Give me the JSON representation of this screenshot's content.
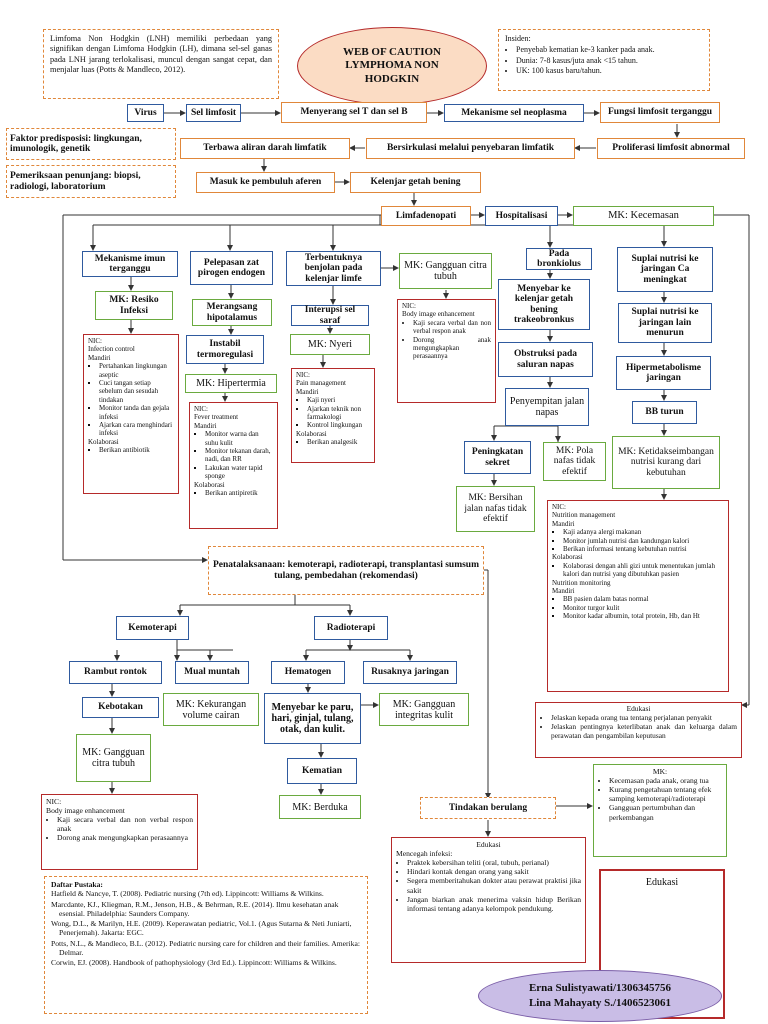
{
  "title": "WEB OF CAUTION LYMPHOMA NON HODGKIN",
  "intro": "Limfoma Non Hodgkin (LNH) memiliki perbedaan yang signifikan dengan Limfoma Hodgkin (LH), dimana sel-sel ganas pada LNH jarang terlokalisasi, muncul dengan sangat cepat, dan menjalar luas (Potts & Mandleco, 2012).",
  "insiden": {
    "heading": "Insiden:",
    "items": [
      "Penyebab kematian ke-3 kanker pada anak.",
      "Dunia: 7-8 kasus/juta anak <15 tahun.",
      "UK: 100 kasus baru/tahun."
    ]
  },
  "factors": {
    "predisposisi": "Faktor predisposisi: lingkungan, imunologik, genetik",
    "penunjang": "Pemeriksaan penunjang: biopsi, radiologi, laboratorium"
  },
  "flow": {
    "virus": "Virus",
    "sel_limfosit": "Sel limfosit",
    "menyerang": "Menyerang sel T dan sel B",
    "mekanisme_neoplasma": "Mekanisme sel neoplasma",
    "fungsi_terganggu": "Fungsi limfosit terganggu",
    "proliferasi": "Proliferasi limfosit abnormal",
    "bersirkulasi": "Bersirkulasi melalui penyebaran limfatik",
    "terbawa": "Terbawa aliran darah limfatik",
    "masuk_aferen": "Masuk ke pembuluh aferen",
    "kelenjar": "Kelenjar getah bening",
    "limfadenopati": "Limfadenopati",
    "hospitalisasi": "Hospitalisasi",
    "mk_kecemasan": "MK: Kecemasan"
  },
  "col1": {
    "mekanisme_imun": "Mekanisme imun terganggu",
    "mk_resiko": "MK: Resiko Infeksi",
    "nic_lines": [
      "NIC:",
      "Infection control",
      "Mandiri"
    ],
    "nic_items": [
      "Pertahankan lingkungan aseptic",
      "Cuci tangan setiap sebelum dan sesudah tindakan",
      "Monitor tanda dan gejala infeksi",
      "Ajarkan cara menghindari infeksi"
    ],
    "kolaborasi": "Kolaborasi",
    "kol_items": [
      "Berikan antibiotik"
    ]
  },
  "col2": {
    "pelepasan": "Pelepasan zat pirogen endogen",
    "merangsang": "Merangsang hipotalamus",
    "instabil": "Instabil termoregulasi",
    "mk_hipertermia": "MK: Hipertermia",
    "nic_lines": [
      "NIC:",
      "Fever treatment",
      "Mandiri"
    ],
    "nic_items": [
      "Monitor warna dan suhu kulit",
      "Monitor tekanan darah, nadi, dan RR",
      "Lakukan water tapid sponge"
    ],
    "kolaborasi": "Kolaborasi",
    "kol_items": [
      "Berikan antipiretik"
    ]
  },
  "col3": {
    "terbentuknya": "Terbentuknya benjolan pada kelenjar limfe",
    "mk_citra": "MK: Gangguan citra tubuh",
    "nic_citra_lines": [
      "NIC:",
      "Body image enhancement"
    ],
    "nic_citra_items": [
      "Kaji secara verbal dan non verbal respon anak",
      "Dorong anak mengungkapkan perasaannya"
    ],
    "interupsi": "Interupsi sel saraf",
    "mk_nyeri": "MK: Nyeri",
    "nic_lines": [
      "NIC:",
      "Pain management",
      "Mandiri"
    ],
    "nic_items": [
      "Kaji nyeri",
      "Ajarkan teknik non farmakologi",
      "Kontrol lingkungan"
    ],
    "kolaborasi": "Kolaborasi",
    "kol_items": [
      "Berikan analgesik"
    ]
  },
  "col4": {
    "pada_bronkiolus": "Pada bronkiolus",
    "menyebar": "Menyebar ke kelenjar getah bening trakeobronkus",
    "obstruksi": "Obstruksi pada saluran napas",
    "penyempitan": "Penyempitan jalan napas",
    "peningkatan": "Peningkatan sekret",
    "mk_pola": "MK: Pola nafas tidak efektif",
    "mk_bersihan": "MK: Bersihan jalan nafas tidak efektif"
  },
  "col5": {
    "suplai1": "Suplai nutrisi ke jaringan Ca meningkat",
    "suplai2": "Suplai nutrisi ke jaringan lain menurun",
    "hipermetabolisme": "Hipermetabolisme jaringan",
    "bb_turun": "BB turun",
    "mk_ketidakseimbangan": "MK: Ketidakseimbangan nutrisi kurang dari kebutuhan",
    "nic_lines": [
      "NIC:",
      "Nutrition management",
      "Mandiri"
    ],
    "nic_items": [
      "Kaji adanya alergi makanan",
      "Monitor jumlah nutrisi dan kandungan kalori",
      "Berikan informasi tentang kebutuhan nutrisi"
    ],
    "kolaborasi": "Kolaborasi",
    "kol_items": [
      "Kolaborasi dengan ahli gizi untuk menentukan jumlah kalori dan nutrisi yang dibutuhkan pasien"
    ],
    "monitoring": "Nutrition monitoring",
    "mandiri2": "Mandiri",
    "mon_items": [
      "BB pasien dalam batas normal",
      "Monitor turgor kulit",
      "Monitor kadar albumin, total protein, Hb, dan Ht"
    ]
  },
  "edukasi_right": {
    "title": "Edukasi",
    "items": [
      "Jelaskan kepada orang tua tentang perjalanan penyakit",
      "Jelaskan pentingnya keterlibatan anak dan keluarga dalam perawatan dan pengambilan keputusan"
    ]
  },
  "treatment": {
    "penatalaksanaan": "Penatalaksanaan: kemoterapi, radioterapi, transplantasi sumsum tulang, pembedahan (rekomendasi)",
    "kemoterapi": "Kemoterapi",
    "radioterapi": "Radioterapi",
    "rambut": "Rambut rontok",
    "mual": "Mual muntah",
    "hematogen": "Hematogen",
    "rusaknya": "Rusaknya jaringan",
    "kebotakan": "Kebotakan",
    "mk_volume": "MK: Kekurangan volume cairan",
    "menyebar_paru": "Menyebar ke paru, hari, ginjal, tulang, otak, dan kulit.",
    "mk_integritas": "MK: Gangguan integritas kulit",
    "mk_citra2": "MK: Gangguan citra tubuh",
    "kematian": "Kematian",
    "mk_berduka": "MK: Berduka",
    "tindakan": "Tindakan berulang"
  },
  "nic_bottom": {
    "lines": [
      "NIC:",
      "Body image enhancement"
    ],
    "items": [
      "Kaji secara verbal dan non verbal respon anak",
      "Dorong anak mengungkapkan perasaannya"
    ]
  },
  "mk_bottom": {
    "title": "MK:",
    "items": [
      "Kecemasan pada anak, orang tua",
      "Kurang pengetahuan tentang efek samping kemoterapi/radioterapi",
      "Gangguan pertumbuhan dan perkembangan"
    ]
  },
  "edukasi_mid": {
    "title": "Edukasi",
    "sub": "Mencegah infeksi:",
    "items": [
      "Praktek kebersihan teliti (oral, tubuh, perianal)",
      "Hindari kontak dengan orang yang sakit",
      "Segera memberitahukan dokter atau perawat praktisi jika sakit",
      "Jangan biarkan anak menerima vaksin hidup Berikan informasi tentang adanya kelompok pendukung."
    ]
  },
  "edukasi_empty": "Edukasi",
  "references": {
    "title": "Daftar Pustaka:",
    "items": [
      "Hatfield & Nancye, T. (2008). Pediatric nursing (7th ed). Lippincott: Williams & Wilkins.",
      "Marcdante, KJ., Kliegman, R.M., Jenson, H.B., & Behrman, R.E. (2014). Ilmu kesehatan anak esensial. Philadelphia: Saunders Company.",
      "Wong, D.L., & Marilyn, H.E. (2009). Keperawatan pediatric, Vol.1. (Agus Sutarna & Neti Juniarti, Penerjemah). Jakarta: EGC.",
      "Potts, N.L., & Mandleco, B.L. (2012). Pediatric nursing care for children and their families. Amerika: Delmar.",
      "Corwin, EJ. (2008). Handbook of pathophysiology (3rd Ed.). Lippincott: Williams & Wilkins."
    ]
  },
  "authors": [
    "Erna Sulistyawati/1306345756",
    "Lina Mahayaty S./1406523061"
  ],
  "colors": {
    "blue": "#2f5a9e",
    "orange": "#e0873a",
    "green": "#6aaa3f",
    "red": "#b52a2a",
    "oval_fill": "#fbdcc4",
    "author_fill": "#c9bde6"
  }
}
